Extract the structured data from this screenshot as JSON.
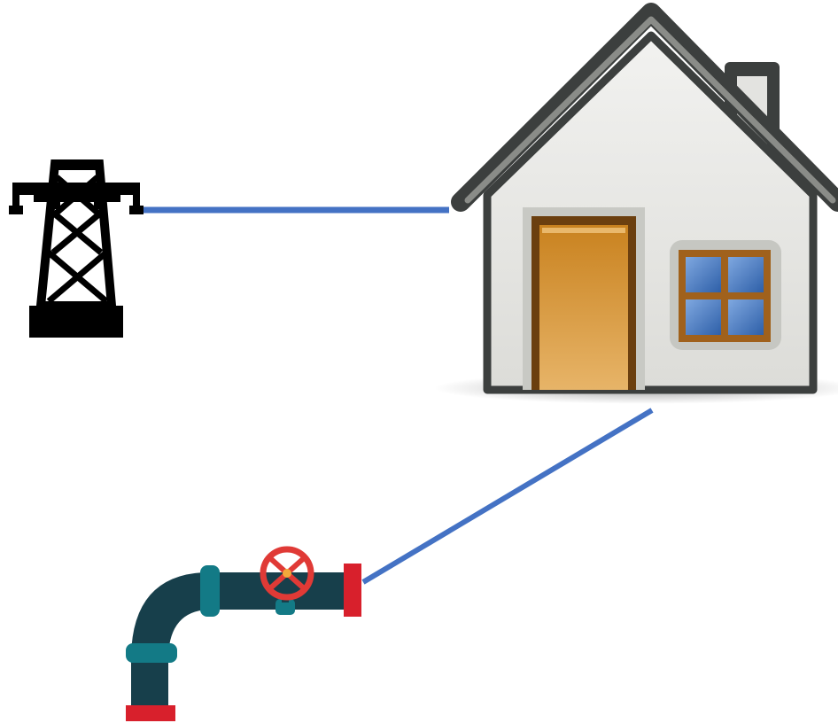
{
  "diagram": {
    "nodes": [
      {
        "id": "power",
        "icon": "power-tower-icon"
      },
      {
        "id": "house",
        "icon": "house-icon"
      },
      {
        "id": "water",
        "icon": "pipe-valve-icon"
      }
    ],
    "edges": [
      {
        "from": "power",
        "to": "house"
      },
      {
        "from": "water",
        "to": "house"
      }
    ]
  },
  "colors": {
    "connector": "#4472c4",
    "tower": "#000000",
    "roof": "#3c3f3e",
    "wall": "#e6e7e4",
    "door": "#cf8a2a",
    "window_glass": "#4a7cc4",
    "window_frame": "#a0611c",
    "pipe": "#173f4b",
    "pipe_band": "#137a86",
    "pipe_flange": "#d8202c",
    "valve": "#e03a36"
  }
}
